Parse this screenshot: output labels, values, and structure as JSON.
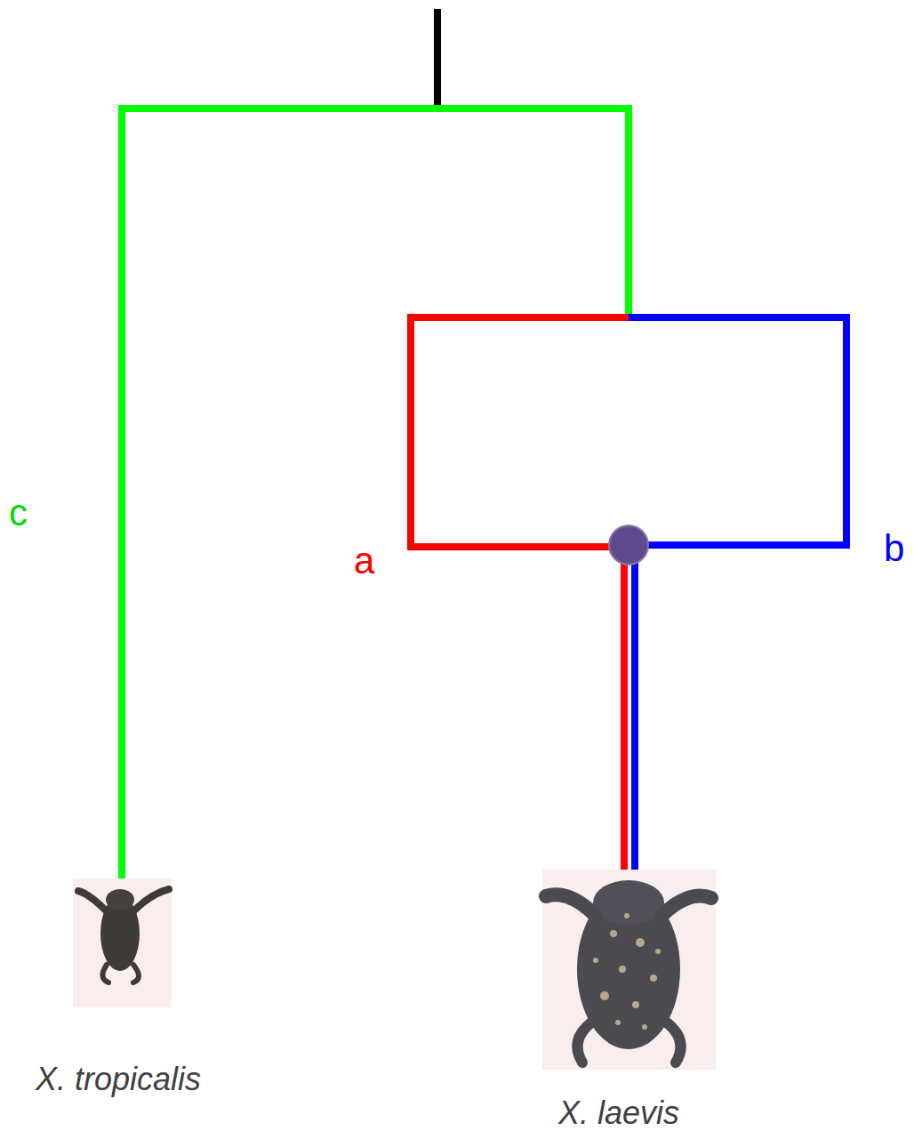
{
  "diagram": {
    "labels": [
      "c",
      "a",
      "b",
      "X. tropicalis",
      "X. laevis"
    ]
  }
}
